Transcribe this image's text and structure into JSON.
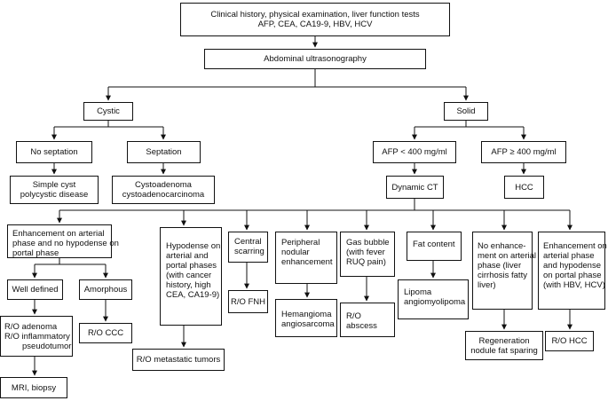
{
  "nodes": {
    "history": {
      "lines": [
        "Clinical history, physical examination, liver function tests",
        "AFP, CEA, CA19-9, HBV, HCV"
      ]
    },
    "us": {
      "lines": [
        "Abdominal ultrasonography"
      ]
    },
    "cystic": {
      "lines": [
        "Cystic"
      ]
    },
    "solid": {
      "lines": [
        "Solid"
      ]
    },
    "noseptation": {
      "lines": [
        "No septation"
      ]
    },
    "septation": {
      "lines": [
        "Septation"
      ]
    },
    "simplecyst": {
      "lines": [
        "Simple cyst",
        "polycystic disease"
      ]
    },
    "cystoadenoma": {
      "lines": [
        "Cystoadenoma",
        "cystoadenocarcinoma"
      ]
    },
    "afplow": {
      "lines": [
        "AFP < 400 mg/ml"
      ]
    },
    "afphigh": {
      "lines": [
        "AFP ≥ 400 mg/ml"
      ]
    },
    "dynct": {
      "lines": [
        "Dynamic CT"
      ]
    },
    "hcc": {
      "lines": [
        "HCC"
      ]
    },
    "enhart": {
      "lines": [
        "Enhancement on arterial",
        "phase and no hypodense on",
        "portal phase"
      ]
    },
    "hypodense": {
      "lines": [
        "Hypodense on",
        "arterial and",
        "portal phases",
        "(with cancer",
        "history, high",
        "CEA, CA19-9)"
      ]
    },
    "central": {
      "lines": [
        "Central",
        "scarring"
      ]
    },
    "peripheral": {
      "lines": [
        "Peripheral",
        "nodular",
        "enhancement"
      ]
    },
    "gas": {
      "lines": [
        "Gas bubble",
        "(with fever",
        "RUQ pain)"
      ]
    },
    "fat": {
      "lines": [
        "Fat content"
      ]
    },
    "noenh": {
      "lines": [
        "No enhance-",
        "ment on arterial",
        "phase (liver",
        "cirrhosis fatty",
        "liver)"
      ]
    },
    "enhhypo": {
      "lines": [
        "Enhancement on",
        "arterial phase",
        "and hypodense",
        "on portal phase",
        "(with HBV, HCV)"
      ]
    },
    "welldef": {
      "lines": [
        "Well defined"
      ]
    },
    "amorph": {
      "lines": [
        "Amorphous"
      ]
    },
    "roadenoma": {
      "lines": [
        "R/O adenoma",
        "R/O inflammatory",
        "pseudotumor"
      ]
    },
    "roccc": {
      "lines": [
        "R/O CCC"
      ]
    },
    "mri": {
      "lines": [
        "MRI, biopsy"
      ]
    },
    "rometa": {
      "lines": [
        "R/O metastatic tumors"
      ]
    },
    "rofnh": {
      "lines": [
        "R/O FNH"
      ]
    },
    "hemangioma": {
      "lines": [
        "Hemangioma",
        "angiosarcoma"
      ]
    },
    "roabscess": {
      "lines": [
        "R/O",
        "abscess"
      ]
    },
    "lipoma": {
      "lines": [
        "Lipoma",
        "angiomyolipoma"
      ]
    },
    "regen": {
      "lines": [
        "Regeneration",
        "nodule fat sparing"
      ]
    },
    "rohcc": {
      "lines": [
        "R/O HCC"
      ]
    }
  }
}
